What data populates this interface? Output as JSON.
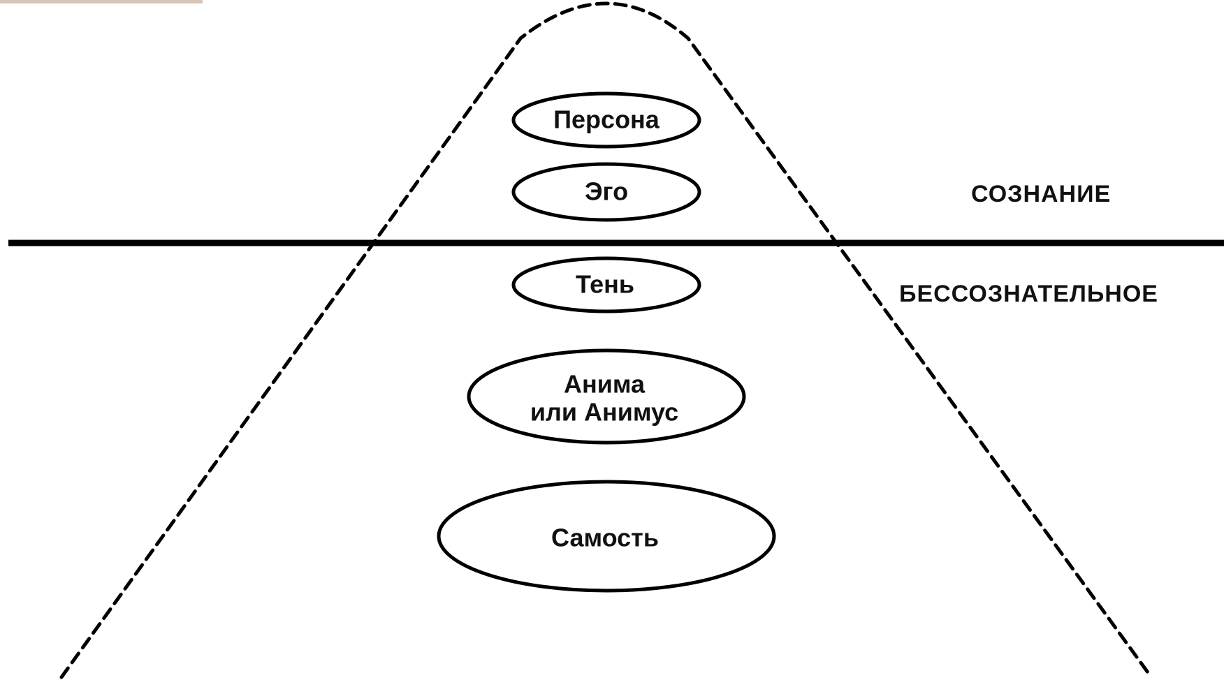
{
  "diagram": {
    "zones": {
      "conscious": "СОЗНАНИЕ",
      "unconscious": "БЕССОЗНАТЕЛЬНОЕ"
    },
    "nodes": [
      {
        "id": "persona",
        "lines": [
          "Персона"
        ]
      },
      {
        "id": "ego",
        "lines": [
          "Эго"
        ]
      },
      {
        "id": "shadow",
        "lines": [
          "Тень"
        ]
      },
      {
        "id": "anima",
        "lines": [
          "Анима",
          "или Анимус"
        ]
      },
      {
        "id": "self",
        "lines": [
          "Самость"
        ]
      }
    ]
  }
}
